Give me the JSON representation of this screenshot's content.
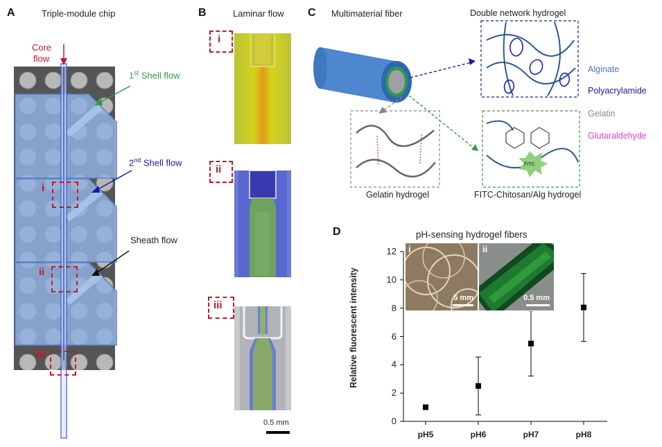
{
  "panelA": {
    "letter": "A",
    "title": "Triple-module chip",
    "core_label_1": "Core",
    "core_label_2": "flow",
    "shell1_prefix": "1",
    "shell1_sup": "st",
    "shell1_suffix": " Shell flow",
    "shell2_prefix": "2",
    "shell2_sup": "nd",
    "shell2_suffix": " Shell flow",
    "sheath_label": "Sheath flow",
    "roman_i": "i",
    "roman_ii": "ii",
    "roman_iii": "iii"
  },
  "panelB": {
    "letter": "B",
    "title": "Laminar flow",
    "roman_i": "i",
    "roman_ii": "ii",
    "roman_iii": "iii",
    "scale": "0.5 mm"
  },
  "panelC": {
    "letter": "C",
    "title": "Multimaterial fiber",
    "double_network": "Double network hydrogel",
    "gelatin_hydrogel": "Gelatin hydrogel",
    "fitc_hydrogel": "FITC-Chitosan/Alg hydrogel",
    "fitc_tag": "FITC",
    "legend": [
      {
        "label": "Alginate",
        "color": "#4a78c0"
      },
      {
        "label": "Polyacrylamide",
        "color": "#1a1aa0"
      },
      {
        "label": "Gelatin",
        "color": "#8a8a8a"
      },
      {
        "label": "Glutaraldehyde",
        "color": "#e040d0"
      }
    ]
  },
  "panelD": {
    "letter": "D",
    "inset_i": "i",
    "inset_ii": "ii",
    "scale_i": "5 mm",
    "scale_ii": "0.5 mm"
  },
  "chart_data": {
    "type": "scatter",
    "title": "pH-sensing hydrogel fibers",
    "xlabel": "",
    "ylabel": "Relative fluorescent intensity",
    "categories": [
      "pH5",
      "pH6",
      "pH7",
      "pH8"
    ],
    "values": [
      1.0,
      2.5,
      5.5,
      8.05
    ],
    "error": [
      0.0,
      2.05,
      2.3,
      2.4
    ],
    "yticks": [
      "0",
      "2",
      "4",
      "6",
      "8",
      "10",
      "12"
    ],
    "ylim": [
      0,
      12
    ],
    "marker_color": "#000000"
  }
}
